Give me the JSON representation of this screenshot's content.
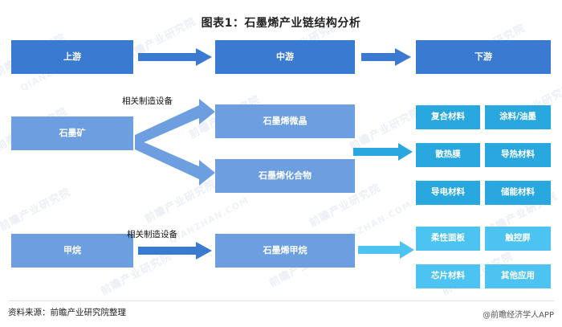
{
  "chart_data": {
    "type": "diagram",
    "title": "图表1：石墨烯产业链结构分析",
    "nodes": [
      {
        "id": "upstream",
        "label": "上游",
        "tier": "header",
        "column": "left"
      },
      {
        "id": "midstream",
        "label": "中游",
        "tier": "header",
        "column": "center"
      },
      {
        "id": "downstream",
        "label": "下游",
        "tier": "header",
        "column": "right"
      },
      {
        "id": "graphite-ore",
        "label": "石墨矿",
        "tier": "source",
        "column": "left"
      },
      {
        "id": "methane",
        "label": "甲烷",
        "tier": "source",
        "column": "left"
      },
      {
        "id": "graphene-microcrystal",
        "label": "石墨烯微晶",
        "tier": "mid",
        "column": "center"
      },
      {
        "id": "graphene-compound",
        "label": "石墨烯化合物",
        "tier": "mid",
        "column": "center"
      },
      {
        "id": "graphene-methane",
        "label": "石墨烯甲烷",
        "tier": "mid",
        "column": "center"
      },
      {
        "id": "composite-material",
        "label": "复合材料",
        "tier": "application",
        "group": "upper"
      },
      {
        "id": "coating-ink",
        "label": "涂料/油墨",
        "tier": "application",
        "group": "upper"
      },
      {
        "id": "heat-dissipation-film",
        "label": "散热膜",
        "tier": "application",
        "group": "upper"
      },
      {
        "id": "thermal-conductive-material",
        "label": "导热材料",
        "tier": "application",
        "group": "upper"
      },
      {
        "id": "conductive-material",
        "label": "导电材料",
        "tier": "application",
        "group": "upper"
      },
      {
        "id": "energy-storage-material",
        "label": "储能材料",
        "tier": "application",
        "group": "upper"
      },
      {
        "id": "flexible-panel",
        "label": "柔性面板",
        "tier": "application",
        "group": "lower"
      },
      {
        "id": "touch-screen",
        "label": "触控屏",
        "tier": "application",
        "group": "lower"
      },
      {
        "id": "chip-material",
        "label": "芯片材料",
        "tier": "application",
        "group": "lower"
      },
      {
        "id": "other-application",
        "label": "其他应用",
        "tier": "application",
        "group": "lower"
      }
    ],
    "edges": [
      {
        "from": "upstream",
        "to": "midstream",
        "label": ""
      },
      {
        "from": "midstream",
        "to": "downstream",
        "label": ""
      },
      {
        "from": "graphite-ore",
        "to": "graphene-microcrystal",
        "label": "相关制造设备"
      },
      {
        "from": "graphite-ore",
        "to": "graphene-compound",
        "label": "相关制造设备"
      },
      {
        "from": "methane",
        "to": "graphene-methane",
        "label": "相关制造设备"
      },
      {
        "from": "graphene-compound",
        "to": "upper-application-group",
        "label": ""
      },
      {
        "from": "graphene-methane",
        "to": "lower-application-group",
        "label": ""
      }
    ],
    "colors": {
      "header_box": "#3a7ad0",
      "mid_box": "#6d9fe0",
      "application_upper": "#29a8e0",
      "application_lower": "#4cc3f0",
      "arrow_dark": "#3a7ad0",
      "arrow_mid": "#6d9fe0",
      "arrow_cyan": "#29a8e0",
      "arrow_cyan_light": "#4cc3f0"
    }
  },
  "header": {
    "upstream": "上游",
    "midstream": "中游",
    "downstream": "下游"
  },
  "sources": {
    "graphite_ore": "石墨矿",
    "methane": "甲烷"
  },
  "mid_products": {
    "microcrystal": "石墨烯微晶",
    "compound": "石墨烯化合物",
    "methane": "石墨烯甲烷"
  },
  "applications": {
    "upper": [
      "复合材料",
      "涂料/油墨",
      "散热膜",
      "导热材料",
      "导电材料",
      "储能材料"
    ],
    "lower": [
      "柔性面板",
      "触控屏",
      "芯片材料",
      "其他应用"
    ]
  },
  "edge_labels": {
    "equipment_top": "相关制造设备",
    "equipment_bottom": "相关制造设备"
  },
  "footer": {
    "source": "资料来源：前瞻产业研究院整理",
    "credit": "@前瞻经济学人APP"
  },
  "watermark": {
    "text": "前瞻产业研究院",
    "sub": "QIANZHAN.COM"
  }
}
